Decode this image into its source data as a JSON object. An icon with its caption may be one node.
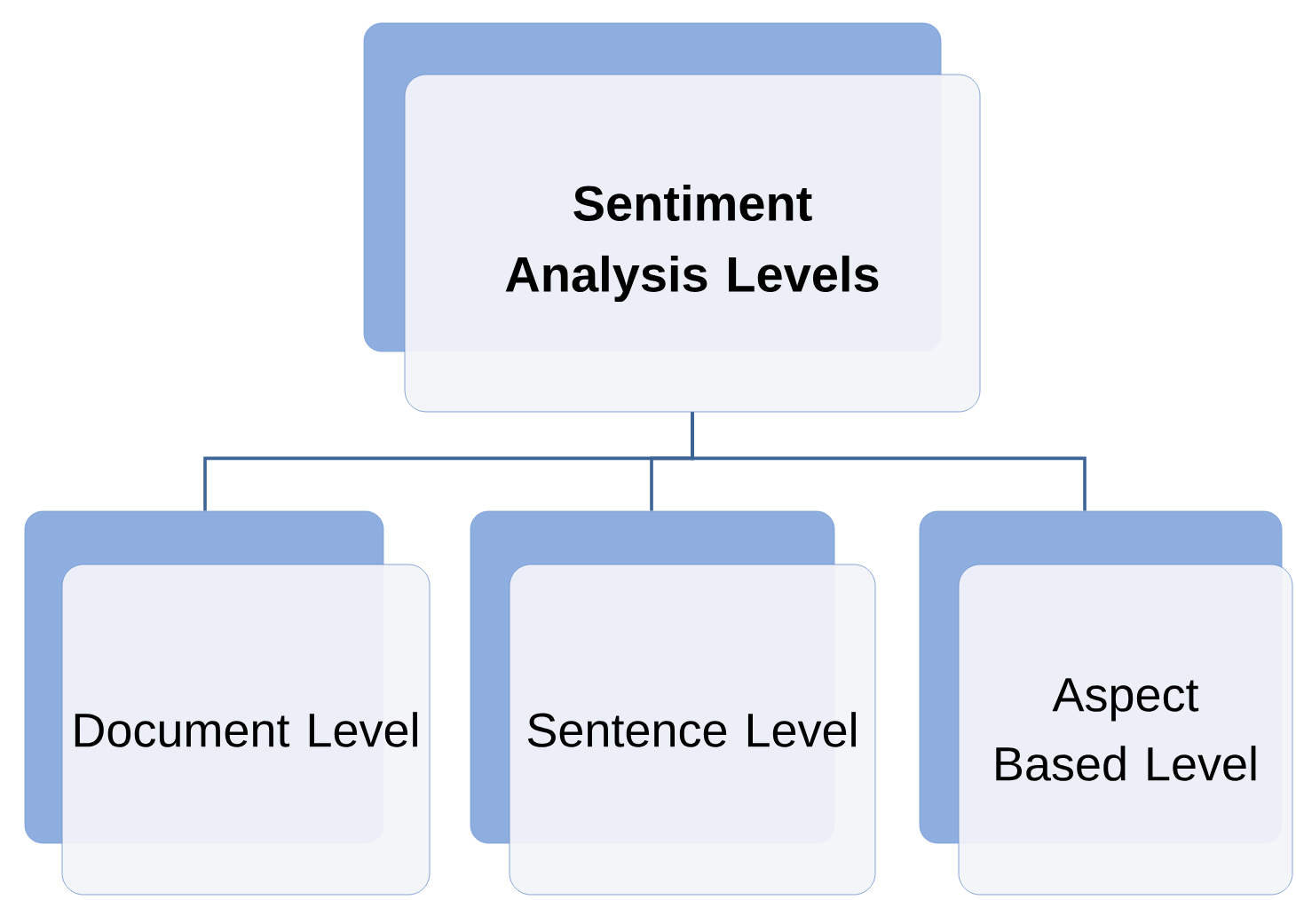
{
  "diagram": {
    "nodes": [
      {
        "text": [
          "Sentiment Analysis Levels"
        ]
      },
      {
        "text": [
          "Document Level"
        ]
      },
      {
        "text": [
          "Sentence Level"
        ]
      },
      {
        "text": [
          "Aspect Based Level"
        ]
      }
    ],
    "edges": [
      {
        "from": 0,
        "to": 1,
        "arrow": "none"
      },
      {
        "from": 0,
        "to": 2,
        "arrow": "none"
      },
      {
        "from": 0,
        "to": 3,
        "arrow": "none"
      }
    ]
  }
}
